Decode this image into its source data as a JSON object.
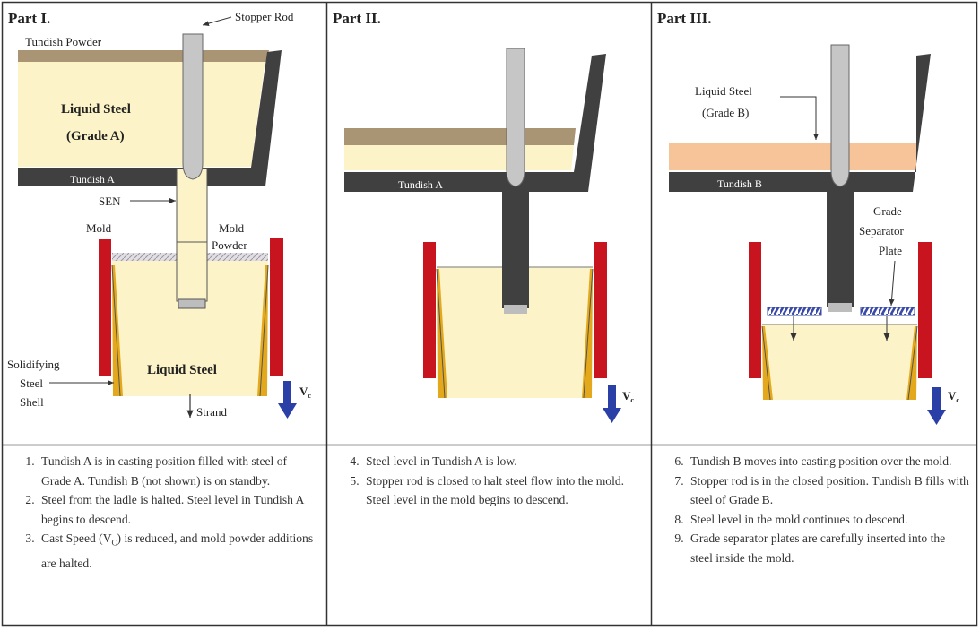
{
  "colors": {
    "liquid_steel_a": "#fcf4c8",
    "liquid_steel_b": "#f6c498",
    "tundish_powder": "#a99473",
    "refractory": "#404040",
    "stopper_rod": "#c6c6c6",
    "mold_wall": "#c8141e",
    "shell": "#e3a81c",
    "arrow": "#2a40a6",
    "separator_plate": "#3a4aa8"
  },
  "parts": [
    {
      "title": "Part I.",
      "labels": {
        "stopper_rod": "Stopper Rod",
        "tundish_powder": "Tundish Powder",
        "liquid_steel": "Liquid Steel",
        "grade": "(Grade A)",
        "tundish": "Tundish A",
        "sen": "SEN",
        "mold": "Mold",
        "mold_powder_1": "Mold",
        "mold_powder_2": "Powder",
        "solidifying_1": "Solidifying",
        "solidifying_2": "Steel",
        "solidifying_3": "Shell",
        "mold_liquid": "Liquid Steel",
        "strand": "Strand",
        "vc": "V"
      },
      "steps": [
        {
          "n": "1.",
          "text": "Tundish A is in casting position filled with steel of Grade A. Tundish B (not shown) is on standby."
        },
        {
          "n": "2.",
          "text": "Steel from the ladle is halted. Steel level in Tundish A begins to descend."
        },
        {
          "n": "3.",
          "text_before": "Cast Speed (V",
          "sub": "C",
          "text_after": ") is reduced, and mold powder additions are halted."
        }
      ]
    },
    {
      "title": "Part II.",
      "labels": {
        "tundish": "Tundish A",
        "vc": "V"
      },
      "steps": [
        {
          "n": "4.",
          "text": "Steel level in Tundish A is low."
        },
        {
          "n": "5.",
          "text": "Stopper rod is closed to halt steel flow into the mold. Steel level in the mold begins to descend."
        }
      ]
    },
    {
      "title": "Part III.",
      "labels": {
        "liquid_steel": "Liquid Steel",
        "grade": "(Grade B)",
        "tundish": "Tundish B",
        "separator_1": "Grade",
        "separator_2": "Separator",
        "separator_3": "Plate",
        "vc": "V"
      },
      "steps": [
        {
          "n": "6.",
          "text": "Tundish B moves into casting position over the mold."
        },
        {
          "n": "7.",
          "text": "Stopper rod is in the closed position. Tundish B fills with steel of Grade B."
        },
        {
          "n": "8.",
          "text": "Steel level in the mold continues to descend."
        },
        {
          "n": "9.",
          "text": "Grade separator plates are carefully inserted into the steel inside the mold."
        }
      ]
    }
  ],
  "vc_subscript": "c"
}
